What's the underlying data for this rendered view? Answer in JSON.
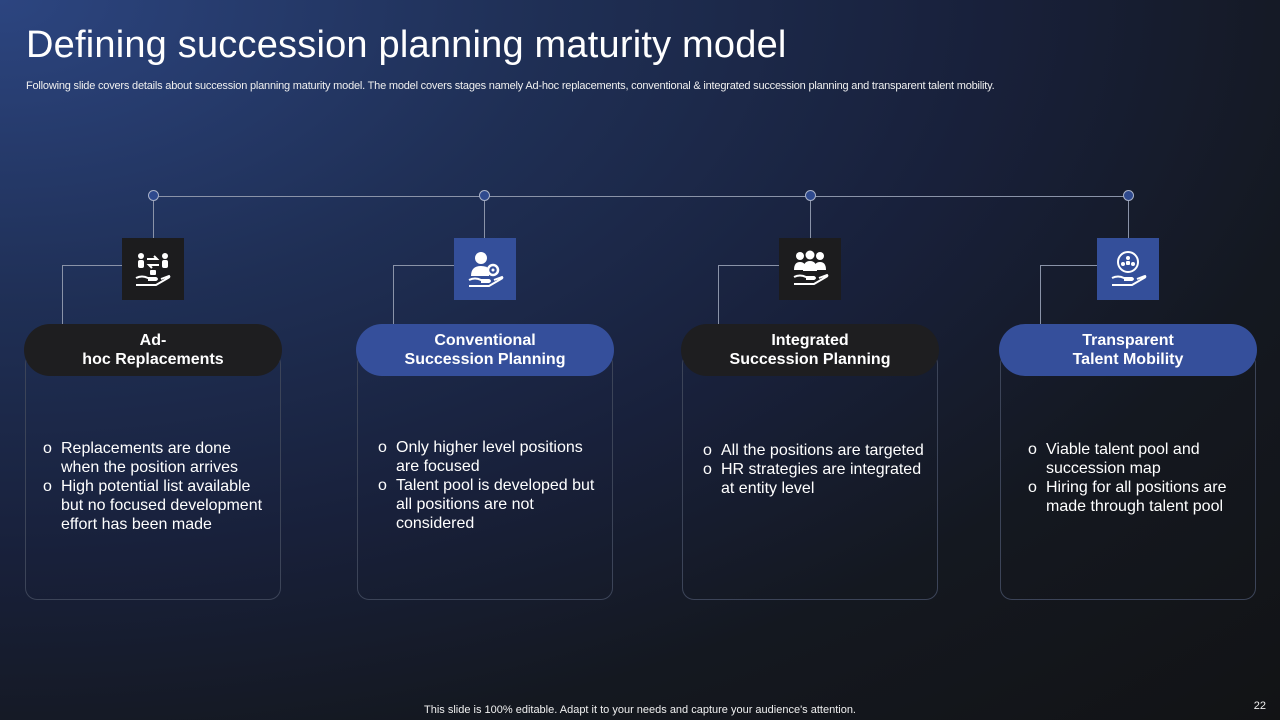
{
  "slide": {
    "title": "Defining succession planning maturity model",
    "subtitle": "Following slide covers details about succession planning maturity model. The model covers stages namely Ad-hoc replacements, conventional & integrated succession planning and transparent talent mobility."
  },
  "stages": [
    {
      "title_line1": "Ad-",
      "title_line2": "hoc Replacements",
      "icon": "people-exchange-hand-icon",
      "style": "dark",
      "bullets": [
        "Replacements are done when the position arrives",
        "High potential list available but no focused development effort has been made"
      ]
    },
    {
      "title_line1": "Conventional",
      "title_line2": "Succession  Planning",
      "icon": "user-gear-hand-icon",
      "style": "blue",
      "bullets": [
        "Only higher level positions are focused",
        "Talent pool is developed but all positions are not considered"
      ]
    },
    {
      "title_line1": "Integrated",
      "title_line2": "Succession  Planning",
      "icon": "team-hand-icon",
      "style": "dark",
      "bullets": [
        "All the positions are targeted",
        "HR strategies are integrated at entity level"
      ]
    },
    {
      "title_line1": "Transparent",
      "title_line2": "Talent Mobility",
      "icon": "talent-pool-hand-icon",
      "style": "blue",
      "bullets": [
        "Viable talent pool and succession map",
        "Hiring for all positions are made through  talent pool"
      ]
    }
  ],
  "footer": {
    "note": "This slide is 100% editable.  Adapt it to your needs and capture your audience's attention.",
    "page_number": "22"
  },
  "colors": {
    "accent_blue": "#354f9b",
    "dark_pill": "#1e1e20"
  }
}
